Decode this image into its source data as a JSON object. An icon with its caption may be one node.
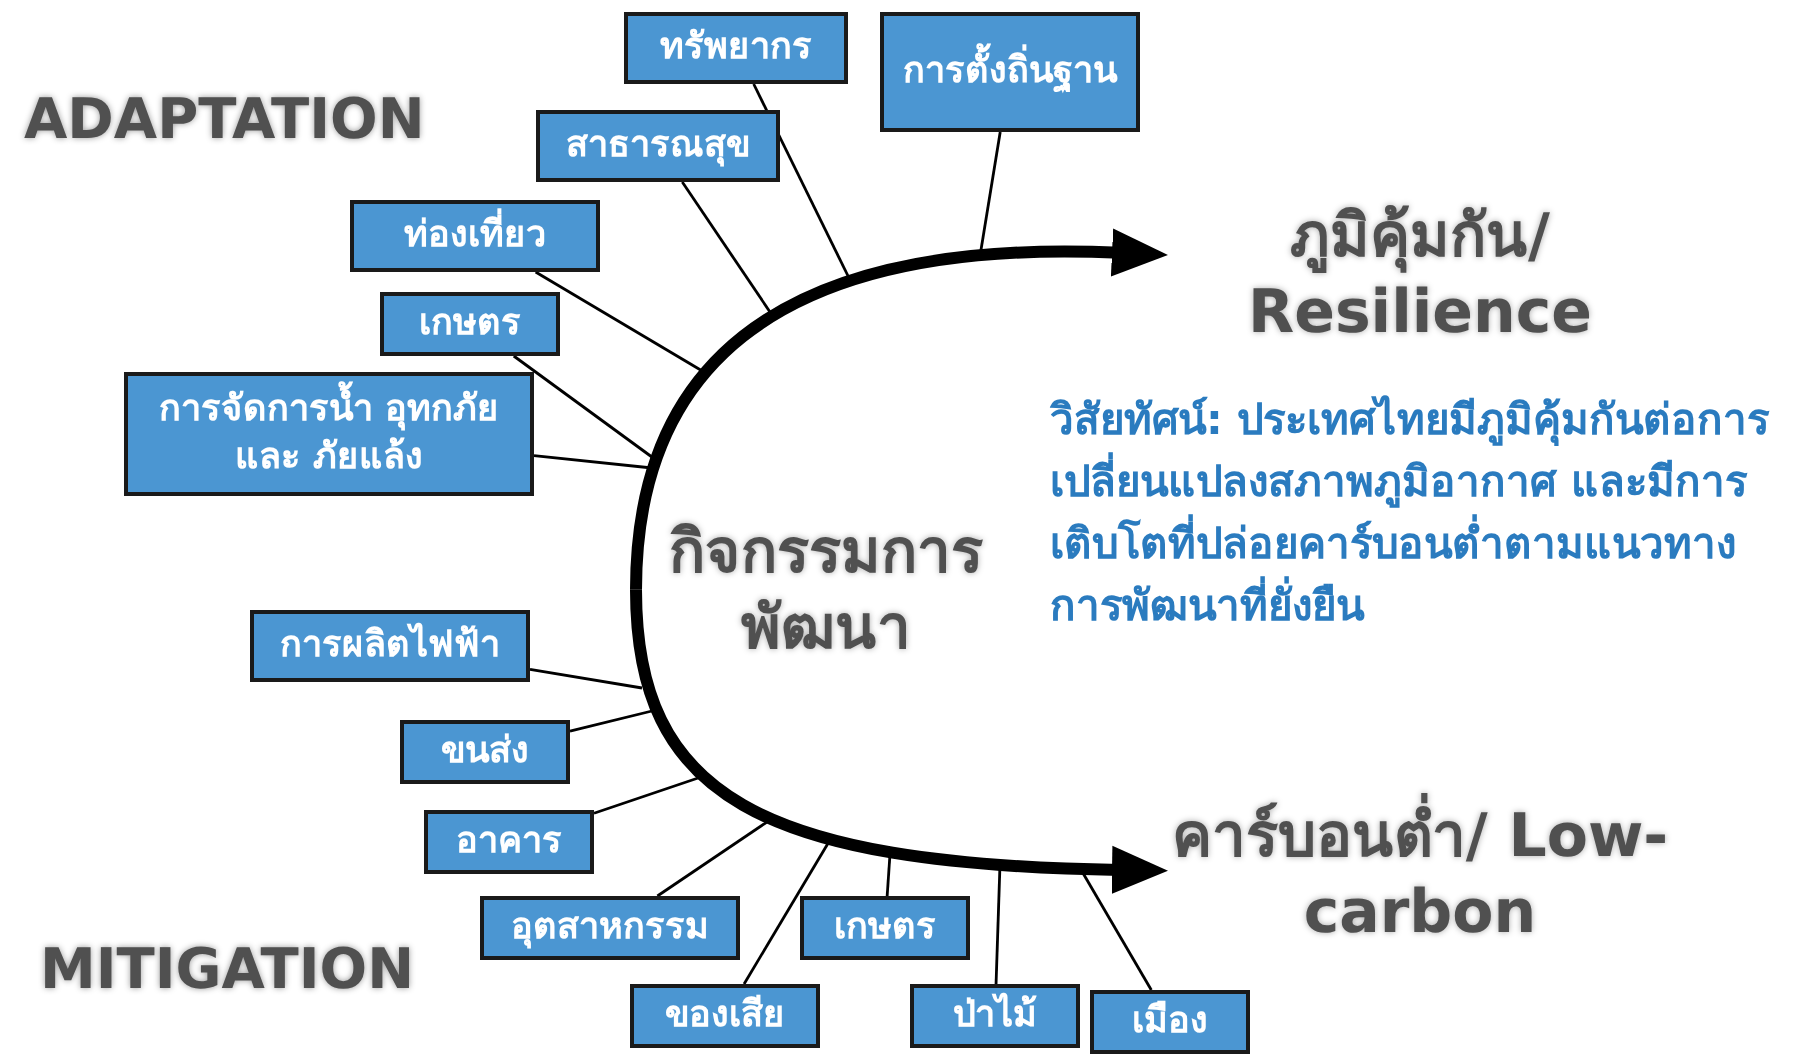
{
  "diagram": {
    "nodes": [
      {
        "text": [
          "ทรัพยากร"
        ]
      },
      {
        "text": [
          "การตั้งถิ่นฐาน"
        ]
      },
      {
        "text": [
          "สาธารณสุข"
        ]
      },
      {
        "text": [
          "ท่องเที่ยว"
        ]
      },
      {
        "text": [
          "เกษตร"
        ]
      },
      {
        "text": [
          "การจัดการน้ำ อุทกภัย และ ภัยแล้ง"
        ]
      },
      {
        "text": [
          "ภูมิคุ้มกัน/ Resilience"
        ]
      },
      {
        "text": [
          "กิจกรรมการพัฒนา"
        ]
      },
      {
        "text": [
          "การผลิตไฟฟ้า"
        ]
      },
      {
        "text": [
          "ขนส่ง"
        ]
      },
      {
        "text": [
          "อาคาร"
        ]
      },
      {
        "text": [
          "คาร์บอนต่ำ/ Low-carbon"
        ]
      },
      {
        "text": [
          "อุตสาหกรรม"
        ]
      },
      {
        "text": [
          "ของเสีย"
        ]
      },
      {
        "text": [
          "เกษตร"
        ]
      },
      {
        "text": [
          "ป่าไม้"
        ]
      },
      {
        "text": [
          "เมือง"
        ]
      }
    ],
    "edges": [
      {
        "from": 7,
        "to": 6,
        "arrow": "to",
        "style": "thick"
      },
      {
        "from": 7,
        "to": 11,
        "arrow": "to",
        "style": "thick"
      },
      {
        "from": 0,
        "to": null,
        "arrow": "none"
      },
      {
        "from": 1,
        "to": null,
        "arrow": "none"
      },
      {
        "from": 2,
        "to": null,
        "arrow": "none"
      },
      {
        "from": 3,
        "to": null,
        "arrow": "none"
      },
      {
        "from": 4,
        "to": null,
        "arrow": "none"
      },
      {
        "from": 5,
        "to": null,
        "arrow": "none"
      },
      {
        "from": 8,
        "to": null,
        "arrow": "none"
      },
      {
        "from": 9,
        "to": null,
        "arrow": "none"
      },
      {
        "from": 10,
        "to": null,
        "arrow": "none"
      },
      {
        "from": 12,
        "to": null,
        "arrow": "none"
      },
      {
        "from": 13,
        "to": null,
        "arrow": "none"
      },
      {
        "from": 14,
        "to": null,
        "arrow": "none"
      },
      {
        "from": 15,
        "to": null,
        "arrow": "none"
      },
      {
        "from": 16,
        "to": null,
        "arrow": "none"
      }
    ],
    "labels": [
      "ADAPTATION",
      "วิสัยทัศน์: ประเทศไทยมีภูมิคุ้มกันต่อการเปลี่ยนแปลงสภาพภูมิอากาศ และมีการเติบโตที่ปล่อยคาร์บอนต่ำตามแนวทางการพัฒนาที่ยั่งยืน",
      "MITIGATION"
    ]
  }
}
